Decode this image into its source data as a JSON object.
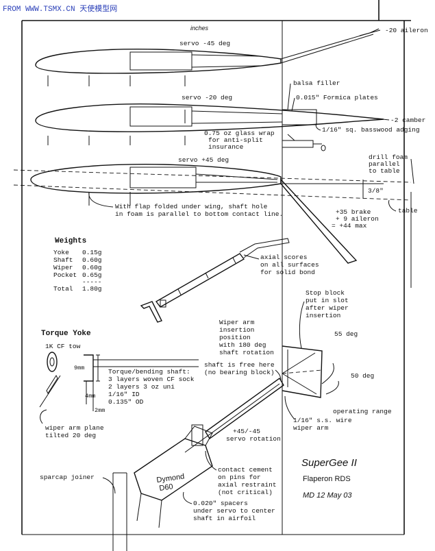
{
  "watermark": "FROM WWW.TSMX.CN 天使模型网",
  "units_label": "inches",
  "airfoils": [
    {
      "servo_label": "servo -45 deg",
      "note": "-20 aileron"
    },
    {
      "servo_label": "servo -20 deg",
      "note": "-2 camber"
    },
    {
      "servo_label": "servo +45 deg"
    }
  ],
  "callouts": {
    "balsa_filler": "balsa filler",
    "formica": "0.015\" Formica plates",
    "basswood": "1/16\" sq. basswood adging",
    "glass_wrap": [
      "0.75 oz glass wrap",
      "for anti-split",
      "insurance"
    ],
    "drill_foam": [
      "drill foam",
      "parallel",
      "to table"
    ],
    "offset": "3/8\"",
    "table": "table",
    "flap_note": [
      "With flap folded under wing, shaft hole",
      "in foam is parallel to bottom contact line."
    ],
    "travel": [
      "+35 brake",
      "+ 9 aileron",
      "= +44 max"
    ],
    "axial_scores": [
      "axial scores",
      "on all surfaces",
      "for solid bond"
    ]
  },
  "weights": {
    "title": "Weights",
    "rows": [
      {
        "name": "Yoke",
        "value": "0.15g"
      },
      {
        "name": "Shaft",
        "value": "0.60g"
      },
      {
        "name": "Wiper",
        "value": "0.60g"
      },
      {
        "name": "Pocket",
        "value": "0.65g"
      }
    ],
    "rule": "-----",
    "total_label": "Total",
    "total_value": "1.80g"
  },
  "torque_yoke": {
    "title": "Torque Yoke",
    "cf_tow": "1K CF tow",
    "dim_9mm": "9mm",
    "dim_4mm": "4mm",
    "dim_2mm": "2mm",
    "shaft_spec": [
      "Torque/bending shaft:",
      "3 layers woven CF sock",
      "2 layers 3 oz uni",
      "1/16\" ID",
      "0.135\" OD"
    ],
    "wiper_plane": [
      "wiper arm plane",
      "tilted 20 deg"
    ]
  },
  "mechanism": {
    "stop_block": [
      "Stop block",
      "put in slot",
      "after wiper",
      "insertion"
    ],
    "wiper_insertion": [
      "Wiper arm",
      "insertion",
      "position",
      "with 180 deg",
      "shaft rotation"
    ],
    "free_shaft": [
      "shaft is free here",
      "(no bearing block)"
    ],
    "angle_55": "55 deg",
    "angle_50": "50 deg",
    "operating_range": "operating range",
    "ss_wire": [
      "1/16\" s.s. wire",
      "wiper arm"
    ],
    "servo_rotation": [
      "+45/-45",
      "servo rotation"
    ],
    "contact_cement": [
      "contact cement",
      "on pins for",
      "axial restraint",
      "(not critical)"
    ],
    "spacers": [
      "0.020\" spacers",
      "under servo to center",
      "shaft in airfoil"
    ],
    "servo_name": [
      "Dymond",
      "D60"
    ],
    "sparcap": "sparcap joiner"
  },
  "title_block": {
    "title": "SuperGee II",
    "subtitle": "Flaperon RDS",
    "author_date": "MD  12 May 03"
  }
}
